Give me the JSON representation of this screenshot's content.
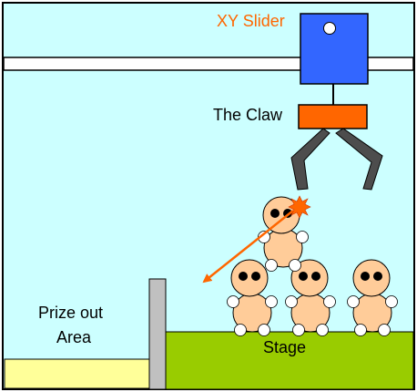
{
  "labels": {
    "xy_slider": "XY Slider",
    "claw": "The Claw",
    "prize_out": "Prize out",
    "area": "Area",
    "stage": "Stage"
  },
  "colors": {
    "machine_bg": "#ccffff",
    "slider_block": "#3366ff",
    "claw_bar": "#ff6600",
    "claw_fingers": "#4d4d4d",
    "stage": "#99cc00",
    "prize_area": "#ffff99",
    "divider": "#c0c0c0",
    "doll_body": "#ffcc99",
    "arrow": "#ff6600",
    "label_accent": "#ff6600"
  },
  "icons": {
    "impact_marker": "starburst-icon",
    "trajectory": "arrow-icon"
  }
}
